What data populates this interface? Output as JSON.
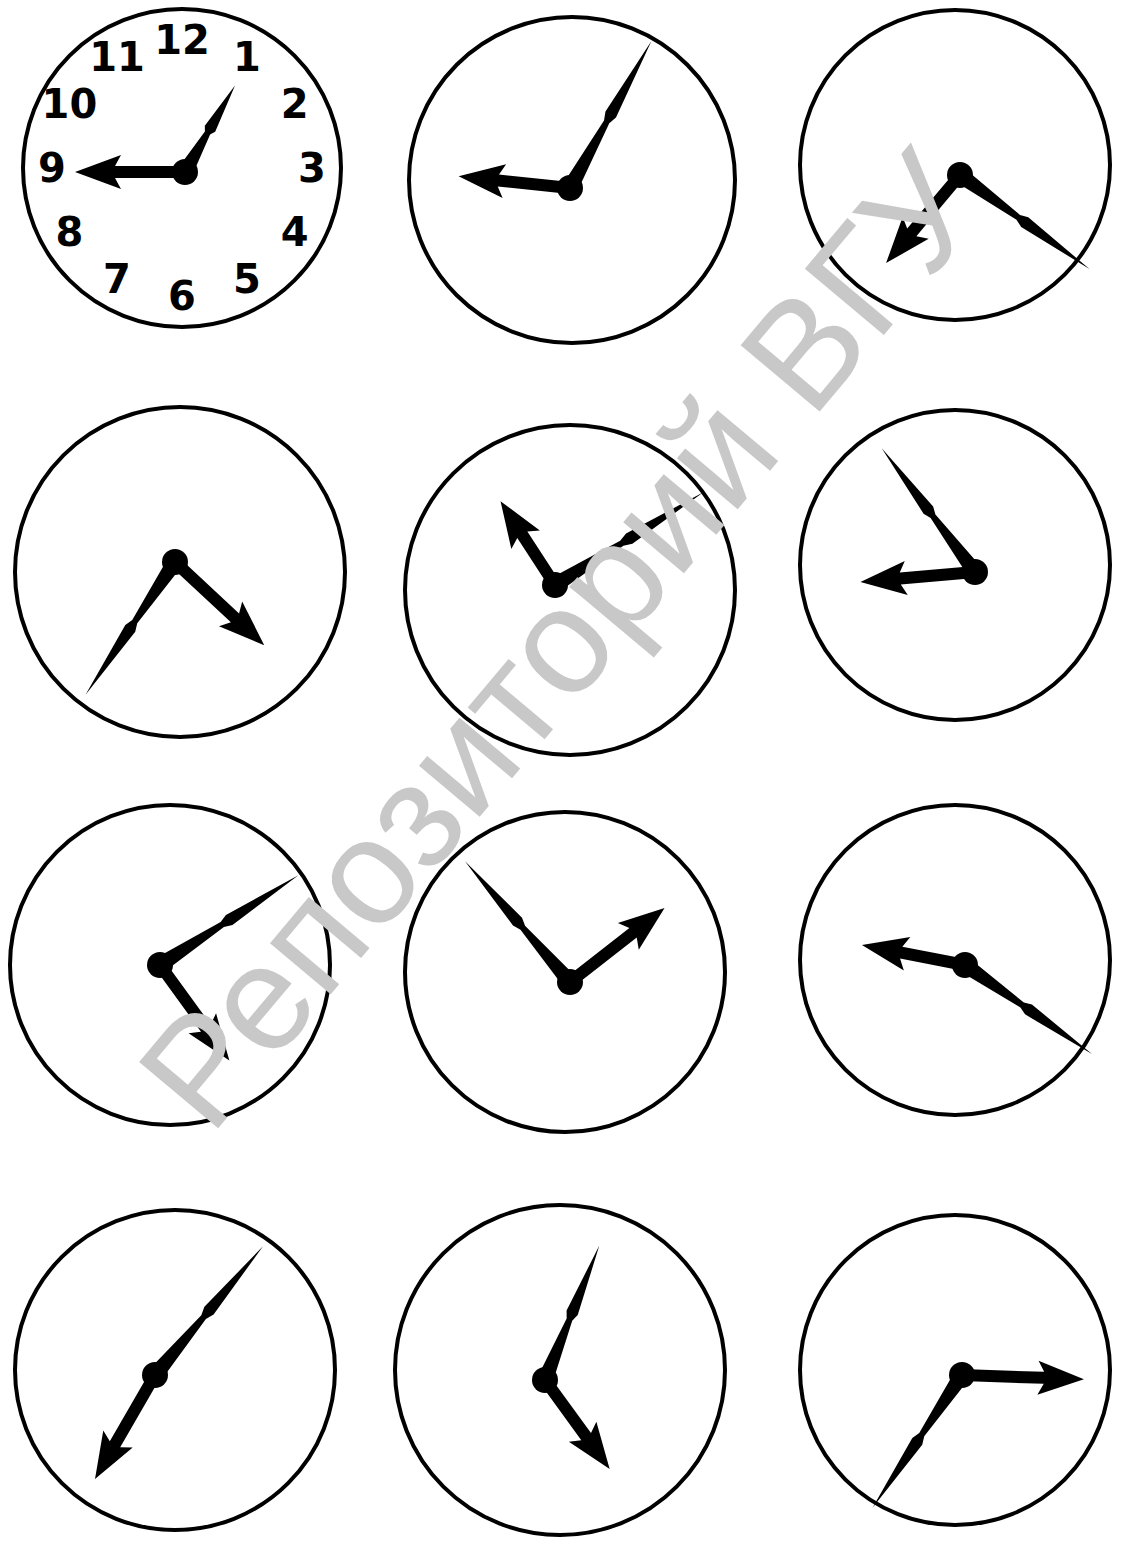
{
  "diagram": {
    "nodes": [
      {
        "text": [
          "12",
          "1",
          "2",
          "3",
          "4",
          "5",
          "6",
          "7",
          "8",
          "9",
          "10",
          "11"
        ]
      }
    ],
    "labels": [
      "Репозиторий ВГУ"
    ]
  }
}
